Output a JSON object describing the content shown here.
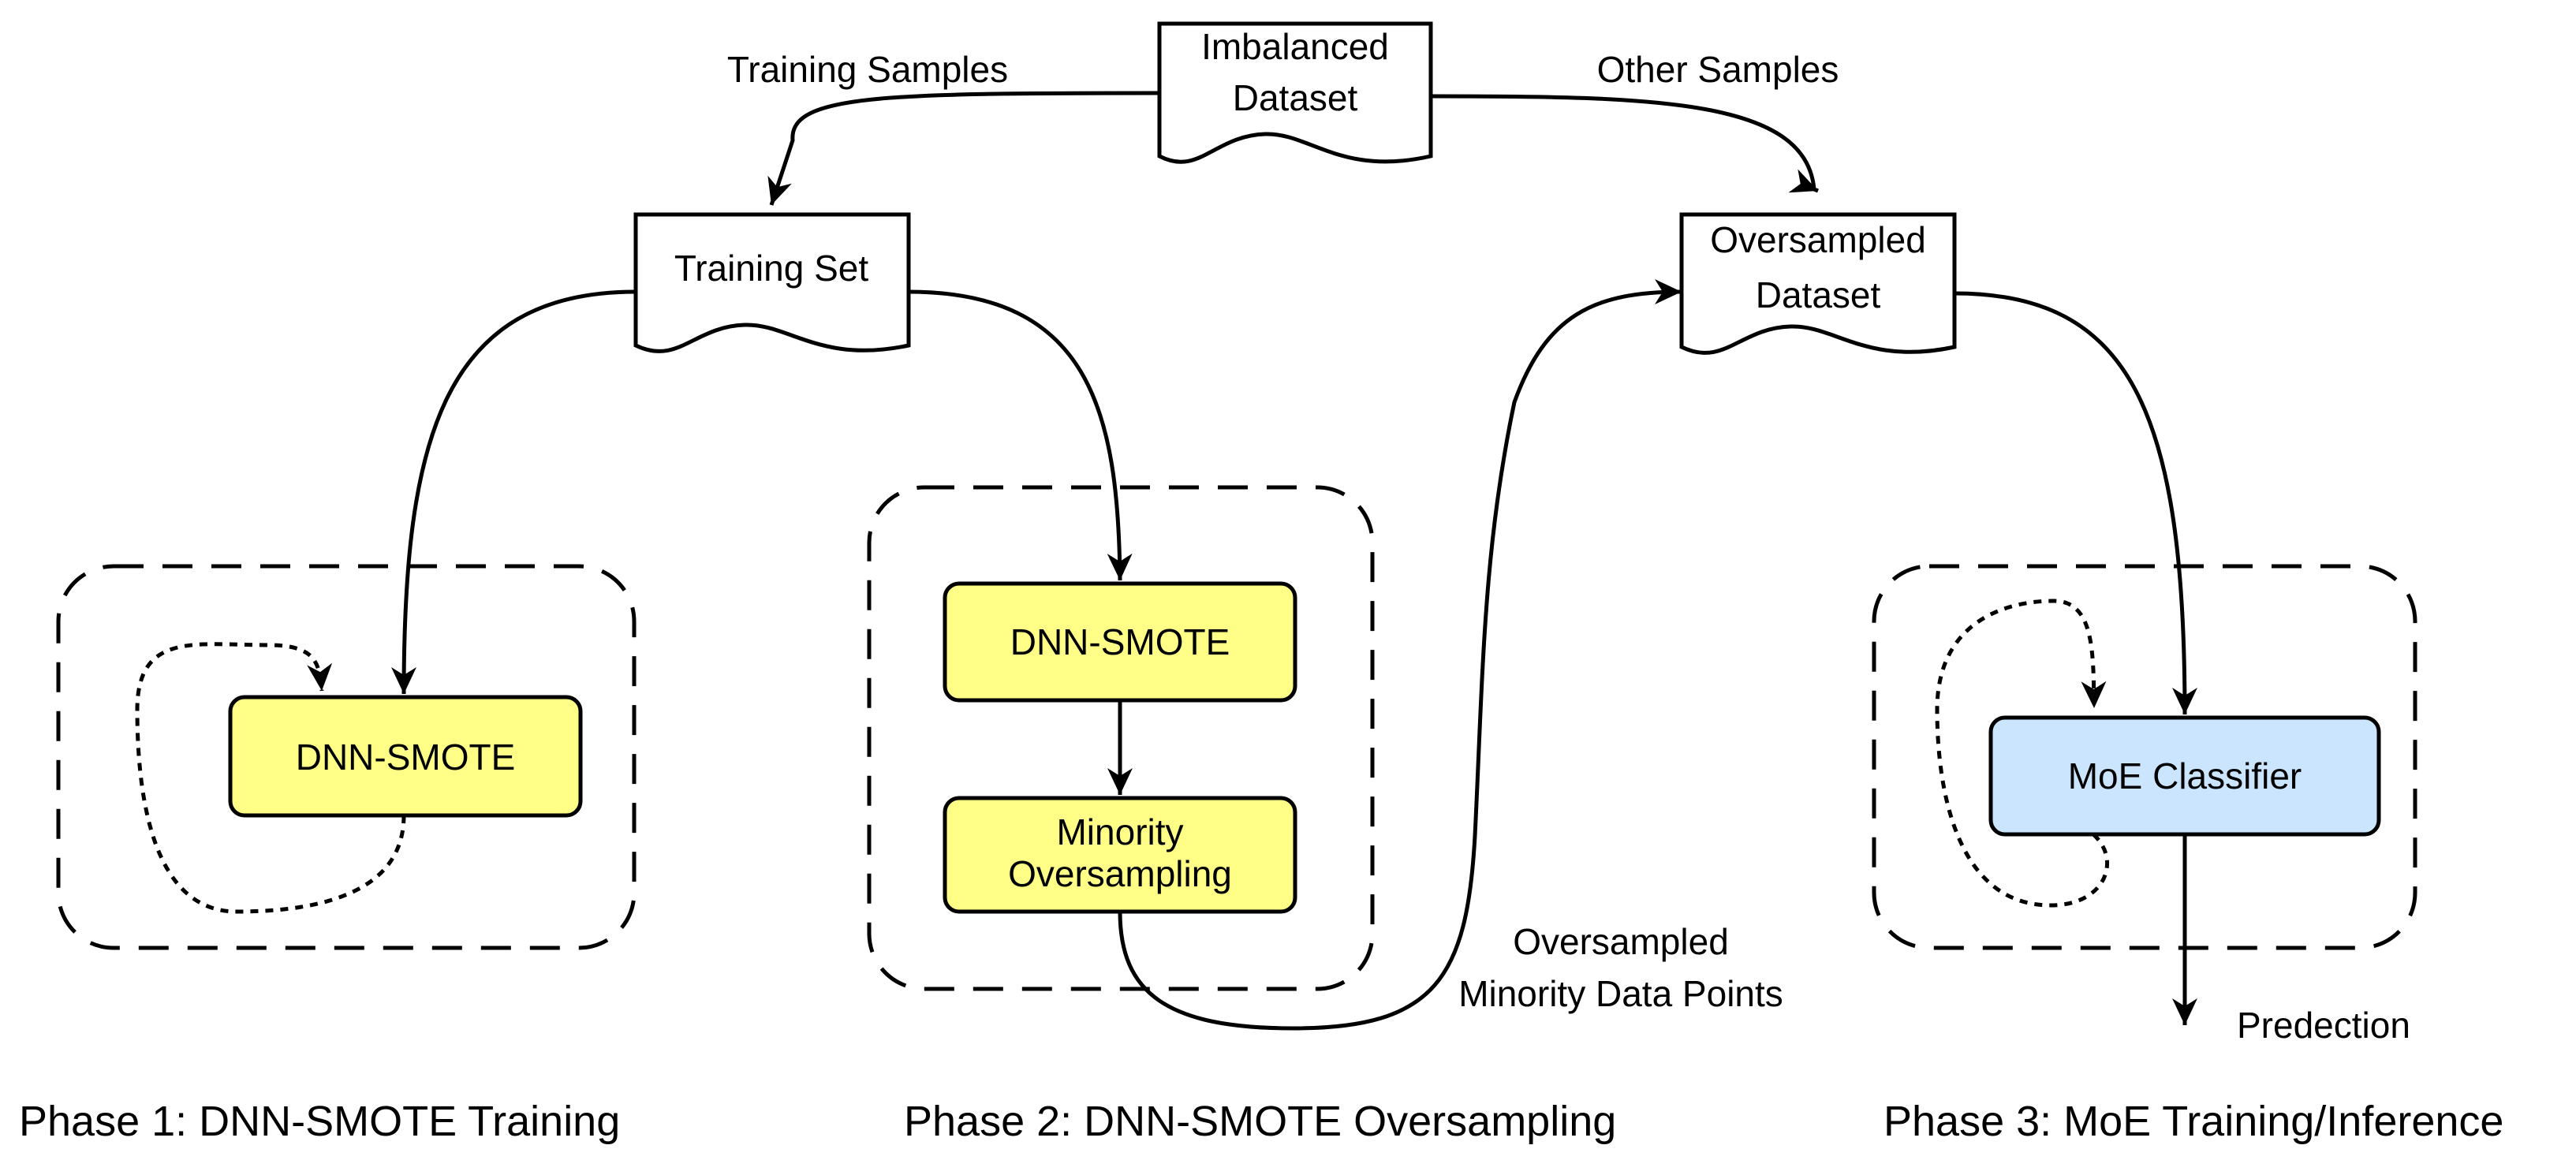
{
  "colors": {
    "process_fill": "#ffff88",
    "classifier_fill": "#cce5ff",
    "stroke": "#000000",
    "background": "#ffffff"
  },
  "nodes": {
    "imbalanced_dataset": [
      "Imbalanced",
      "Dataset"
    ],
    "training_set": "Training Set",
    "oversampled_dataset": [
      "Oversampled",
      "Dataset"
    ],
    "dnn_smote_phase1": "DNN-SMOTE",
    "dnn_smote_phase2": "DNN-SMOTE",
    "minority_oversampling": [
      "Minority",
      "Oversampling"
    ],
    "moe_classifier": "MoE Classifier"
  },
  "edge_labels": {
    "training_samples": "Training Samples",
    "other_samples": "Other Samples",
    "oversampled_minority": [
      "Oversampled",
      "Minority Data Points"
    ],
    "prediction": "Predection"
  },
  "phases": {
    "phase1": "Phase 1: DNN-SMOTE Training",
    "phase2": "Phase 2: DNN-SMOTE Oversampling",
    "phase3": "Phase 3: MoE Training/Inference"
  }
}
